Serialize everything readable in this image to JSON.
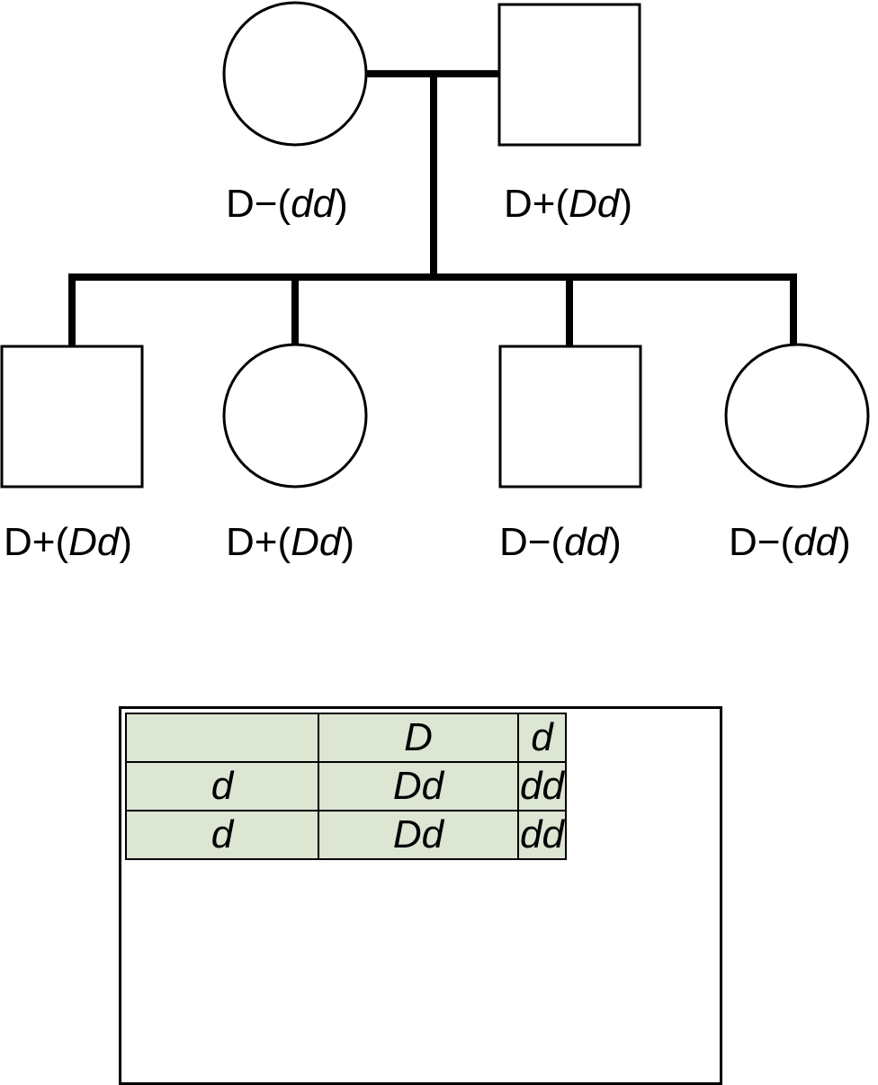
{
  "pedigree": {
    "parents": [
      {
        "sex": "female",
        "phenotype": "D−",
        "genotype": "dd"
      },
      {
        "sex": "male",
        "phenotype": "D+",
        "genotype": "Dd"
      }
    ],
    "children": [
      {
        "sex": "male",
        "phenotype": "D+",
        "genotype": "Dd"
      },
      {
        "sex": "female",
        "phenotype": "D+",
        "genotype": "Dd"
      },
      {
        "sex": "male",
        "phenotype": "D−",
        "genotype": "dd"
      },
      {
        "sex": "female",
        "phenotype": "D−",
        "genotype": "dd"
      }
    ]
  },
  "punnett": {
    "header": [
      "",
      "D",
      "d"
    ],
    "rows": [
      [
        "d",
        "Dd",
        "dd"
      ],
      [
        "d",
        "Dd",
        "dd"
      ]
    ]
  },
  "colors": {
    "punnett_fill": "#dde5d3",
    "line": "#000000"
  }
}
